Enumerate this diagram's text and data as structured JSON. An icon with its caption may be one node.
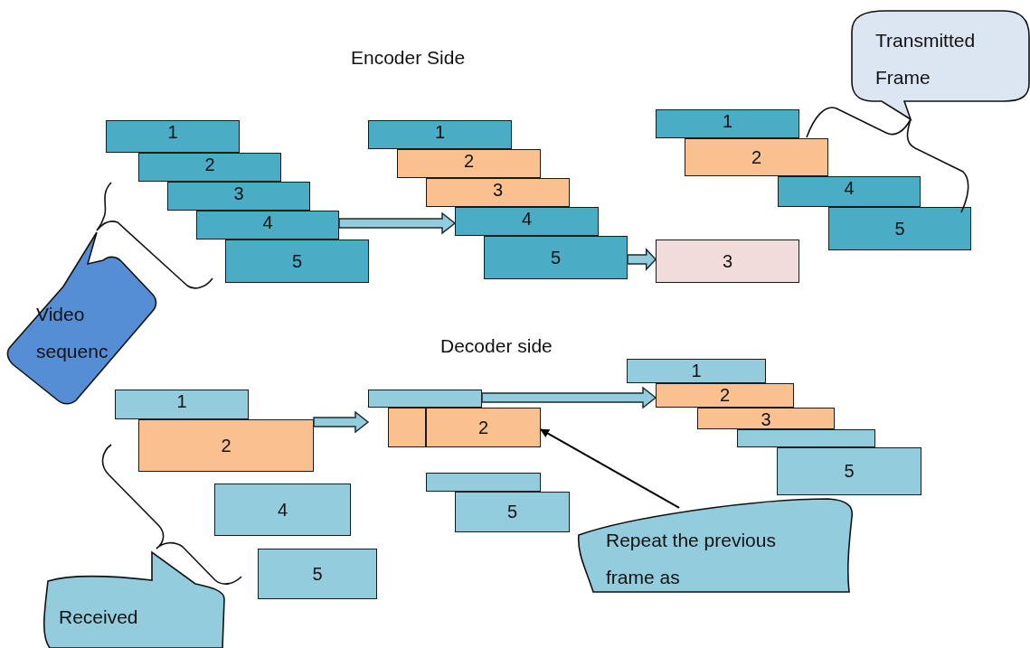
{
  "diagram": {
    "nodes": [
      {
        "text": [
          "Transmitted Frame"
        ]
      },
      {
        "text": [
          "1"
        ]
      },
      {
        "text": [
          "2"
        ]
      },
      {
        "text": [
          "3"
        ]
      },
      {
        "text": [
          "4"
        ]
      },
      {
        "text": [
          "5"
        ]
      },
      {
        "text": [
          "1"
        ]
      },
      {
        "text": [
          "2"
        ]
      },
      {
        "text": [
          "3"
        ]
      },
      {
        "text": [
          "4"
        ]
      },
      {
        "text": [
          "5"
        ]
      },
      {
        "text": [
          "1"
        ]
      },
      {
        "text": [
          "2"
        ]
      },
      {
        "text": [
          "4"
        ]
      },
      {
        "text": [
          "5"
        ]
      },
      {
        "text": [
          "3"
        ]
      },
      {
        "text": [
          "Video sequenc"
        ]
      },
      {
        "text": [
          "1"
        ]
      },
      {
        "text": [
          "2"
        ]
      },
      {
        "text": [
          "4"
        ]
      },
      {
        "text": [
          "5"
        ]
      },
      {
        "text": [],
        "shape": "box"
      },
      {
        "text": [],
        "shape": "box"
      },
      {
        "text": [
          "2"
        ]
      },
      {
        "text": [],
        "shape": "box"
      },
      {
        "text": [
          "5"
        ]
      },
      {
        "text": [
          "1"
        ]
      },
      {
        "text": [
          "2"
        ]
      },
      {
        "text": [
          "3"
        ]
      },
      {
        "text": [],
        "shape": "box"
      },
      {
        "text": [
          "5"
        ]
      },
      {
        "text": [
          "Repeat the previous frame as"
        ]
      },
      {
        "text": [
          "Received"
        ]
      }
    ],
    "edges": [
      {
        "from": 4,
        "to": 9,
        "arrow": "to",
        "style": "thick"
      },
      {
        "from": 10,
        "to": 15,
        "arrow": "to",
        "style": "thick"
      },
      {
        "from": 18,
        "to": 21,
        "arrow": "to",
        "style": "thick"
      },
      {
        "from": 21,
        "to": 27,
        "arrow": "to",
        "style": "thick"
      },
      {
        "from": 31,
        "to": 23,
        "arrow": "to",
        "color": "#000000"
      }
    ],
    "labels": [
      "Encoder Side",
      "Decoder side"
    ]
  }
}
